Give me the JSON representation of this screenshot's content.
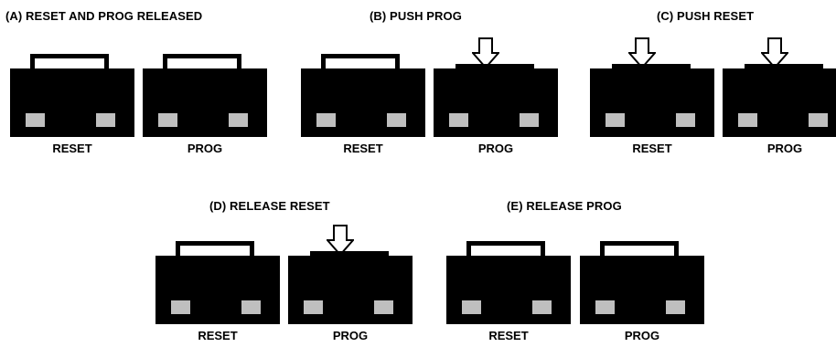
{
  "panels": [
    {
      "title": "(A) RESET AND PROG RELEASED"
    },
    {
      "title": "(B) PUSH PROG"
    },
    {
      "title": "(C) PUSH RESET"
    },
    {
      "title": "(D) RELEASE RESET"
    },
    {
      "title": "(E) RELEASE PROG"
    }
  ],
  "labels": {
    "reset": "RESET",
    "prog": "PROG"
  },
  "buttons": [
    {
      "panel": "A",
      "name": "RESET",
      "state": "released"
    },
    {
      "panel": "A",
      "name": "PROG",
      "state": "released"
    },
    {
      "panel": "B",
      "name": "RESET",
      "state": "released"
    },
    {
      "panel": "B",
      "name": "PROG",
      "state": "pushed"
    },
    {
      "panel": "C",
      "name": "RESET",
      "state": "pushed"
    },
    {
      "panel": "C",
      "name": "PROG",
      "state": "pushed"
    },
    {
      "panel": "D",
      "name": "RESET",
      "state": "released"
    },
    {
      "panel": "D",
      "name": "PROG",
      "state": "pushed"
    },
    {
      "panel": "E",
      "name": "RESET",
      "state": "released"
    },
    {
      "panel": "E",
      "name": "PROG",
      "state": "released"
    }
  ]
}
